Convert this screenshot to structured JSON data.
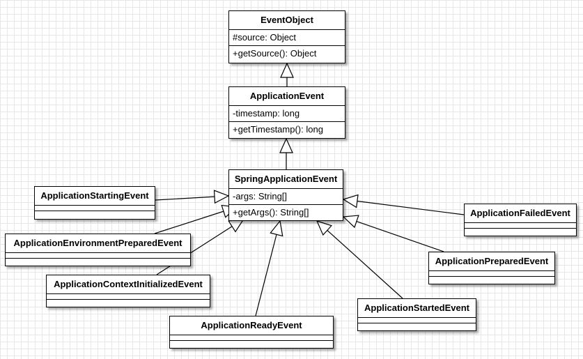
{
  "classes": {
    "event_object": {
      "name": "EventObject",
      "attributes": [
        "#source: Object"
      ],
      "methods": [
        "+getSource(): Object"
      ]
    },
    "application_event": {
      "name": "ApplicationEvent",
      "attributes": [
        "-timestamp: long"
      ],
      "methods": [
        "+getTimestamp(): long"
      ]
    },
    "spring_application_event": {
      "name": "SpringApplicationEvent",
      "attributes": [
        "-args: String[]"
      ],
      "methods": [
        "+getArgs(): String[]"
      ]
    },
    "application_starting_event": {
      "name": "ApplicationStartingEvent"
    },
    "application_environment_prepared_event": {
      "name": "ApplicationEnvironmentPreparedEvent"
    },
    "application_context_initialized_event": {
      "name": "ApplicationContextInitializedEvent"
    },
    "application_ready_event": {
      "name": "ApplicationReadyEvent"
    },
    "application_started_event": {
      "name": "ApplicationStartedEvent"
    },
    "application_prepared_event": {
      "name": "ApplicationPreparedEvent"
    },
    "application_failed_event": {
      "name": "ApplicationFailedEvent"
    }
  },
  "relations": [
    {
      "type": "inheritance",
      "from": "ApplicationEvent",
      "to": "EventObject"
    },
    {
      "type": "inheritance",
      "from": "SpringApplicationEvent",
      "to": "ApplicationEvent"
    },
    {
      "type": "inheritance",
      "from": "ApplicationStartingEvent",
      "to": "SpringApplicationEvent"
    },
    {
      "type": "inheritance",
      "from": "ApplicationEnvironmentPreparedEvent",
      "to": "SpringApplicationEvent"
    },
    {
      "type": "inheritance",
      "from": "ApplicationContextInitializedEvent",
      "to": "SpringApplicationEvent"
    },
    {
      "type": "inheritance",
      "from": "ApplicationReadyEvent",
      "to": "SpringApplicationEvent"
    },
    {
      "type": "inheritance",
      "from": "ApplicationStartedEvent",
      "to": "SpringApplicationEvent"
    },
    {
      "type": "inheritance",
      "from": "ApplicationPreparedEvent",
      "to": "SpringApplicationEvent"
    },
    {
      "type": "inheritance",
      "from": "ApplicationFailedEvent",
      "to": "SpringApplicationEvent"
    }
  ],
  "colors": {
    "line": "#000000",
    "box_fill": "#ffffff",
    "grid": "#e6e6e6"
  }
}
